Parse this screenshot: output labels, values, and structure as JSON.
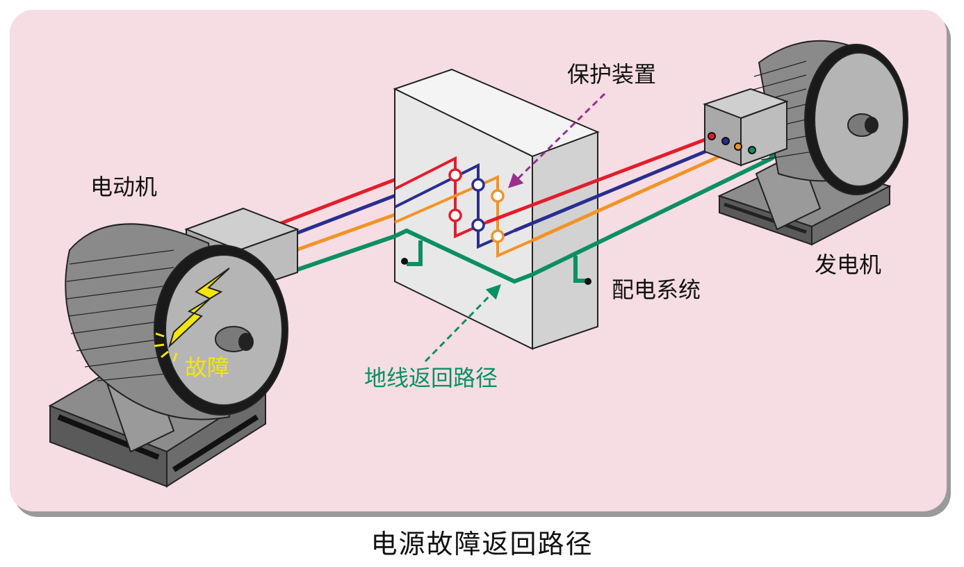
{
  "labels": {
    "motor": "电动机",
    "fault": "故障",
    "protection": "保护装置",
    "distribution": "配电系统",
    "generator": "发电机",
    "ground_path": "地线返回路径"
  },
  "caption": "电源故障返回路径",
  "colors": {
    "background": "#f5dde3",
    "red_wire": "#e31d2b",
    "blue_wire": "#2a2d8f",
    "orange_wire": "#f39325",
    "ground_wire": "#0b8f64",
    "protection_arrow": "#9b2d8f",
    "fault_bolt": "#f5e60a"
  }
}
